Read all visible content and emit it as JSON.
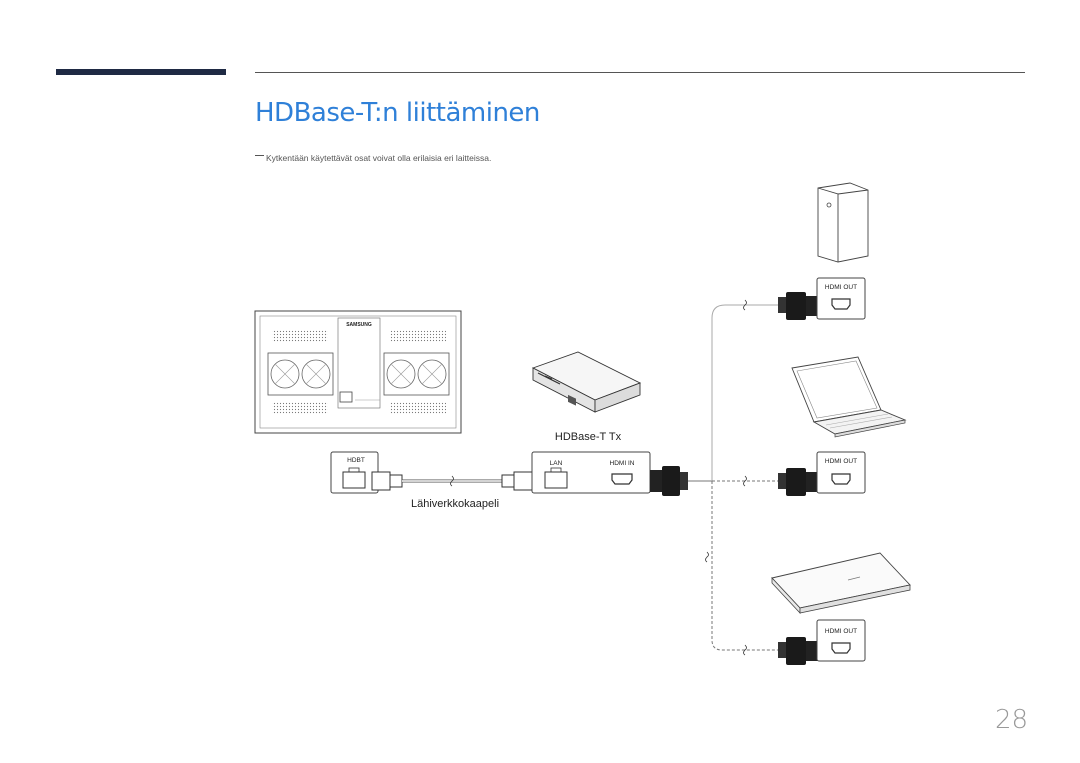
{
  "title": "HDBase-T:n liittäminen",
  "note": "Kytkentään käytettävät osat voivat olla erilaisia eri laitteissa.",
  "display": {
    "brand": "SAMSUNG",
    "port_label": "HDBT"
  },
  "transmitter": {
    "label": "HDBase-T Tx",
    "lan_label": "LAN",
    "hdmi_in_label": "HDMI IN"
  },
  "cable_label": "Lähiverkkokaapeli",
  "sources": [
    {
      "name": "pc",
      "port_label": "HDMI  OUT"
    },
    {
      "name": "laptop",
      "port_label": "HDMI  OUT"
    },
    {
      "name": "bluray-player",
      "port_label": "HDMI  OUT"
    }
  ],
  "page_number": "28",
  "colors": {
    "title": "#2f80d8",
    "header_bar": "#1f2a44",
    "connector": "#1a1a1a"
  }
}
